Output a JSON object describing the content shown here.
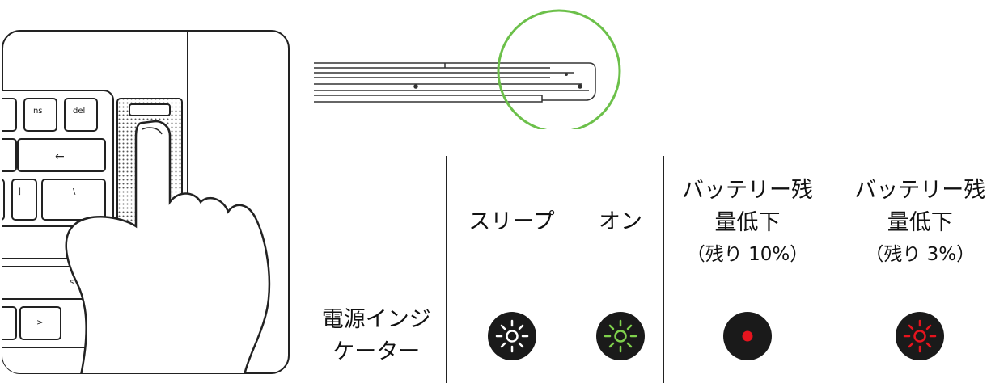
{
  "table": {
    "headers": [
      {
        "lines": [
          ""
        ]
      },
      {
        "lines": [
          "スリープ"
        ]
      },
      {
        "lines": [
          "オン"
        ]
      },
      {
        "lines": [
          "バッテリー残",
          "量低下"
        ],
        "note": "（残り 10%）"
      },
      {
        "lines": [
          "バッテリー残",
          "量低下"
        ],
        "note": "（残り 3%）"
      }
    ],
    "row_label": [
      "電源インジ",
      "ケーター"
    ],
    "indicators": [
      {
        "icon": "led-blinking-white-icon",
        "color": "#ffffff"
      },
      {
        "icon": "led-blinking-green-icon",
        "color": "#7fd14c"
      },
      {
        "icon": "led-solid-red-icon",
        "color": "#e6141e"
      },
      {
        "icon": "led-blinking-red-icon",
        "color": "#e6141e"
      }
    ]
  },
  "illustration": {
    "highlight_color": "#6cc04a",
    "keys": [
      "Ins",
      "del",
      "←",
      "]",
      "\\",
      ">",
      "s"
    ]
  }
}
